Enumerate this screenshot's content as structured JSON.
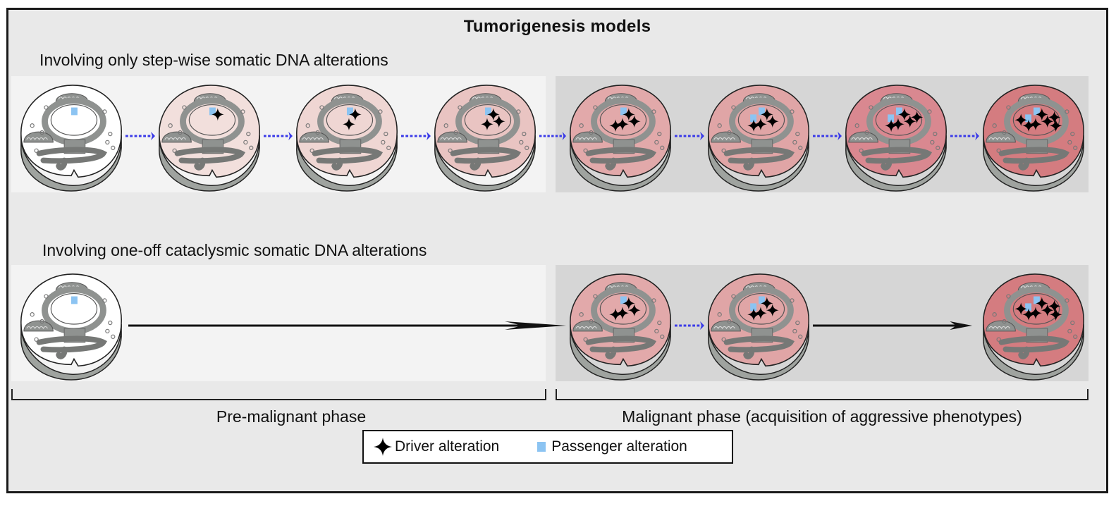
{
  "title": "Tumorigenesis models",
  "colors": {
    "arrow_dashed": "#3a3ae8",
    "arrow_solid": "#111111",
    "passenger": "#8cc4f2",
    "driver": "#000000",
    "cell_outline": "#222222",
    "organelle": "#8f9290",
    "cell_side": "#9fa39f"
  },
  "rows": [
    {
      "label": "Involving only step-wise somatic DNA alterations",
      "cells": [
        {
          "fill": "#ffffff",
          "drivers": 0,
          "passengers": 1
        },
        {
          "fill": "#f2dfdc",
          "drivers": 1,
          "passengers": 1
        },
        {
          "fill": "#efd6d3",
          "drivers": 2,
          "passengers": 1
        },
        {
          "fill": "#e9c4c2",
          "drivers": 3,
          "passengers": 1
        },
        {
          "fill": "#e2a9aa",
          "drivers": 4,
          "passengers": 1
        },
        {
          "fill": "#e0a5a6",
          "drivers": 4,
          "passengers": 2
        },
        {
          "fill": "#d98890",
          "drivers": 5,
          "passengers": 2
        },
        {
          "fill": "#d47c80",
          "drivers": 7,
          "passengers": 2
        }
      ],
      "arrows": [
        "dashed",
        "dashed",
        "dashed",
        "dashed",
        "dashed",
        "dashed",
        "dashed"
      ]
    },
    {
      "label": "Involving one-off cataclysmic somatic DNA alterations",
      "cells": [
        {
          "fill": "#ffffff",
          "drivers": 0,
          "passengers": 1
        },
        {
          "fill": "#e2a9aa",
          "drivers": 4,
          "passengers": 1
        },
        {
          "fill": "#e0a5a6",
          "drivers": 4,
          "passengers": 2
        },
        {
          "fill": "#d47c80",
          "drivers": 7,
          "passengers": 2
        }
      ],
      "arrows": [
        "solid",
        "dashed",
        "solid"
      ]
    }
  ],
  "phases": [
    {
      "label": "Pre-malignant phase"
    },
    {
      "label": "Malignant phase (acquisition of aggressive phenotypes)"
    }
  ],
  "legend": {
    "driver": {
      "icon": "four-point-star-icon",
      "label": "Driver alteration"
    },
    "passenger": {
      "icon": "blue-square-icon",
      "label": "Passenger alteration"
    }
  }
}
